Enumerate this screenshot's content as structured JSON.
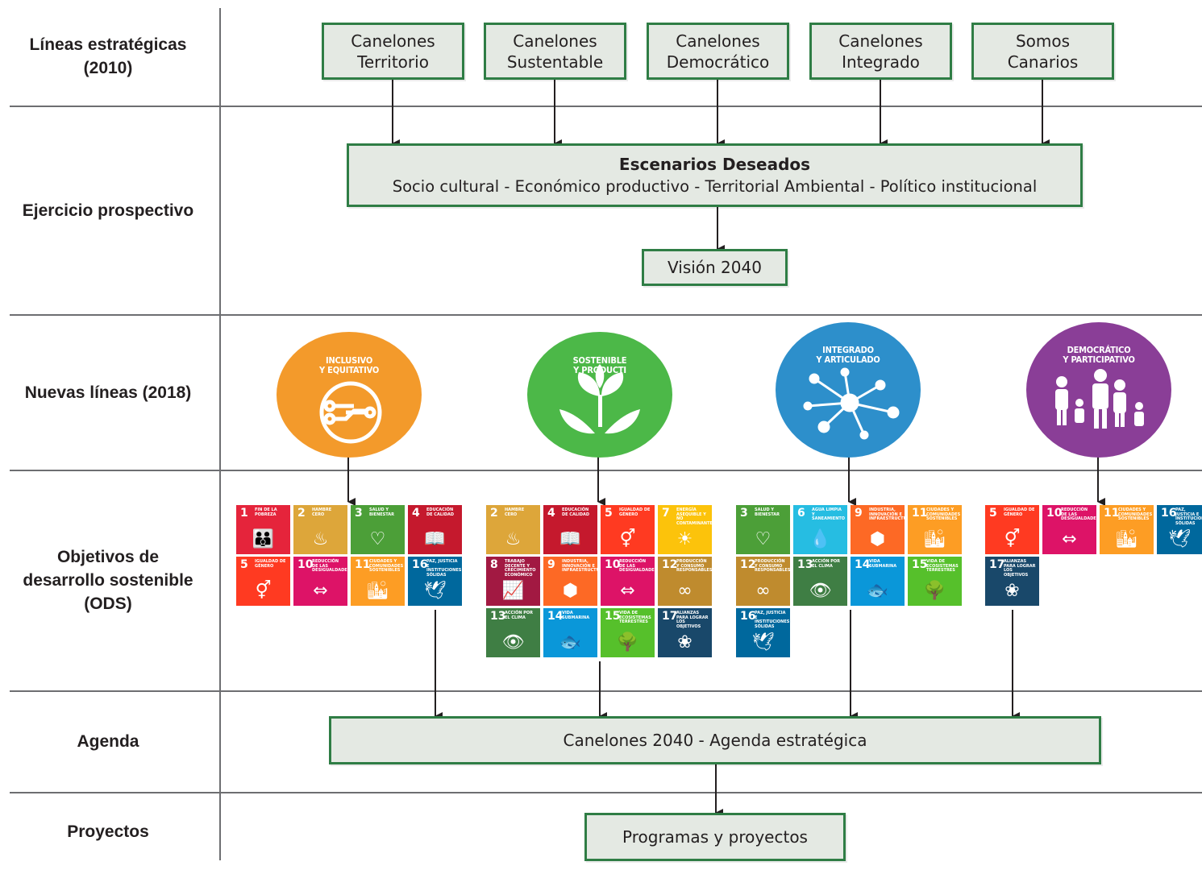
{
  "rows": [
    {
      "id": "lineas",
      "label": [
        "Líneas estratégicas",
        "(2010)"
      ]
    },
    {
      "id": "ejercicio",
      "label": [
        "Ejercicio prospectivo"
      ]
    },
    {
      "id": "nuevas",
      "label": [
        "Nuevas líneas (2018)"
      ]
    },
    {
      "id": "ods",
      "label": [
        "Objetivos de",
        "desarrollo sostenible",
        "(ODS)"
      ]
    },
    {
      "id": "agenda",
      "label": [
        "Agenda"
      ]
    },
    {
      "id": "proyectos",
      "label": [
        "Proyectos"
      ]
    }
  ],
  "lineas_2010": [
    [
      "Canelones",
      "Territorio"
    ],
    [
      "Canelones",
      "Sustentable"
    ],
    [
      "Canelones",
      "Democrático"
    ],
    [
      "Canelones",
      "Integrado"
    ],
    [
      "Somos",
      "Canarios"
    ]
  ],
  "escenarios": {
    "title": "Escenarios Deseados",
    "subtitle": "Socio cultural - Económico productivo - Territorial Ambiental - Político institucional"
  },
  "vision": "Visión 2040",
  "nuevas_lineas": [
    {
      "title": [
        "INCLUSIVO",
        "Y EQUITATIVO"
      ],
      "color": "#f39a2b",
      "icon": "circuit-icon"
    },
    {
      "title": [
        "SOSTENIBLE",
        "Y PRODUCTI"
      ],
      "color": "#4cb848",
      "icon": "plant-hands-icon"
    },
    {
      "title": [
        "INTEGRADO",
        "Y ARTICULADO"
      ],
      "color": "#2d8fcb",
      "icon": "network-icon"
    },
    {
      "title": [
        "DEMOCRÁTICO",
        "Y PARTICIPATIVO"
      ],
      "color": "#8a3e97",
      "icon": "family-icon"
    }
  ],
  "sdg_groups": [
    [
      1,
      2,
      3,
      4,
      5,
      10,
      11,
      16
    ],
    [
      2,
      4,
      5,
      7,
      8,
      9,
      10,
      12,
      13,
      14,
      15,
      17
    ],
    [
      3,
      6,
      9,
      11,
      12,
      13,
      14,
      15,
      16
    ],
    [
      5,
      10,
      11,
      16,
      17
    ]
  ],
  "sdgs": {
    "1": {
      "name": "Fin de la pobreza",
      "color": "#e5243b",
      "glyph": "👪"
    },
    "2": {
      "name": "Hambre cero",
      "color": "#dda63a",
      "glyph": "♨"
    },
    "3": {
      "name": "Salud y bienestar",
      "color": "#4c9f38",
      "glyph": "♡"
    },
    "4": {
      "name": "Educación de calidad",
      "color": "#c5192d",
      "glyph": "📖"
    },
    "5": {
      "name": "Igualdad de género",
      "color": "#ff3a21",
      "glyph": "⚥"
    },
    "6": {
      "name": "Agua limpia y saneamiento",
      "color": "#26bde2",
      "glyph": "💧"
    },
    "7": {
      "name": "Energía asequible y no contaminante",
      "color": "#fcc30b",
      "glyph": "☀"
    },
    "8": {
      "name": "Trabajo decente y crecimiento económico",
      "color": "#a21942",
      "glyph": "📈"
    },
    "9": {
      "name": "Industria, innovación e infraestructura",
      "color": "#fd6925",
      "glyph": "⬢"
    },
    "10": {
      "name": "Reducción de las desigualdades",
      "color": "#dd1367",
      "glyph": "⇔"
    },
    "11": {
      "name": "Ciudades y comunidades sostenibles",
      "color": "#fd9d24",
      "glyph": "🏙"
    },
    "12": {
      "name": "Producción y consumo responsables",
      "color": "#bf8b2e",
      "glyph": "∞"
    },
    "13": {
      "name": "Acción por el clima",
      "color": "#3f7e44",
      "glyph": "👁"
    },
    "14": {
      "name": "Vida submarina",
      "color": "#0a97d9",
      "glyph": "🐟"
    },
    "15": {
      "name": "Vida de ecosistemas terrestres",
      "color": "#56c02b",
      "glyph": "🌳"
    },
    "16": {
      "name": "Paz, justicia e instituciones sólidas",
      "color": "#00689d",
      "glyph": "🕊"
    },
    "17": {
      "name": "Alianzas para lograr los objetivos",
      "color": "#19486a",
      "glyph": "❀"
    }
  },
  "agenda": "Canelones 2040 - Agenda estratégica",
  "proyectos": "Programas y proyectos",
  "colors": {
    "box_border": "#2f7d45",
    "box_fill": "#e4e9e3",
    "rule": "#6d6e71"
  }
}
